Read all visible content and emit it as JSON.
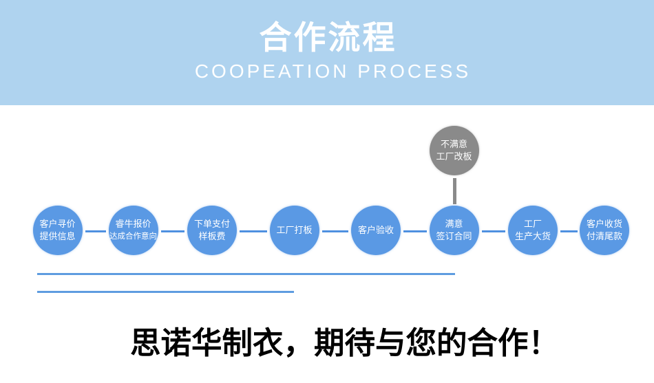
{
  "banner": {
    "title": "合作流程",
    "subtitle": "COOPEATION PROCESS",
    "background_color": "#afd3ef",
    "text_color": "#ffffff"
  },
  "flow": {
    "node_color": "#5a99e4",
    "reject_node_color": "#8a8a8a",
    "connector_color": "#4e90e0",
    "reject_node": {
      "line1": "不满意",
      "line2": "工厂改板"
    },
    "steps": [
      {
        "line1": "客户寻价",
        "line2": "提供信息"
      },
      {
        "line1": "睿牛报价",
        "line2": "达成合作意向"
      },
      {
        "line1": "下单支付",
        "line2": "样板费"
      },
      {
        "line1": "工厂打板"
      },
      {
        "line1": "客户验收"
      },
      {
        "line1": "满意",
        "line2": "签订合同"
      },
      {
        "line1": "工厂",
        "line2": "生产大货"
      },
      {
        "line1": "客户收货",
        "line2": "付清尾款"
      }
    ]
  },
  "footer": {
    "headline": "思诺华制衣，期待与您的合作！"
  }
}
